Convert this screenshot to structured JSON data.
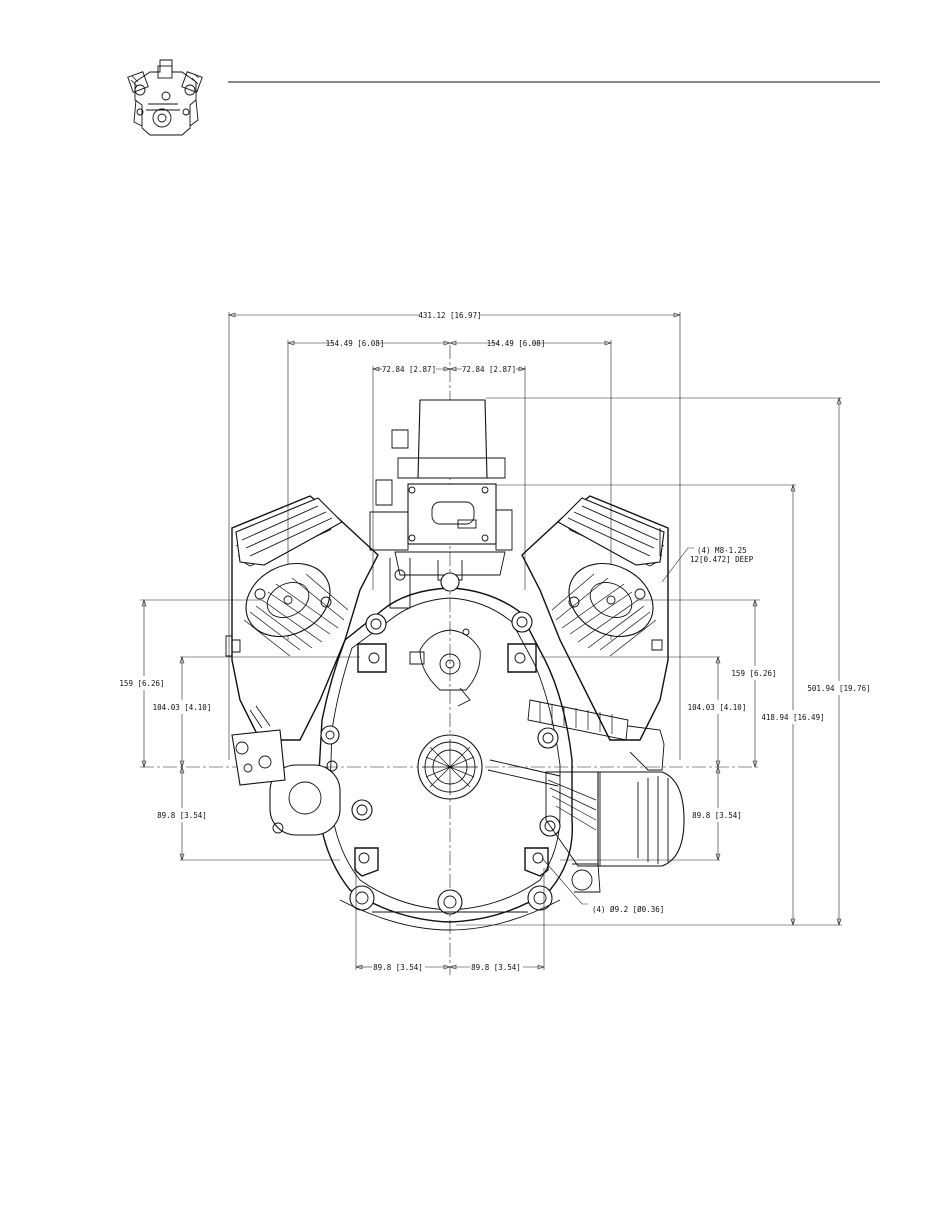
{
  "dimensions": {
    "overall_width": "431.12 [16.97]",
    "cyl_left_offset": "154.49 [6.08]",
    "cyl_right_offset": "154.49 [6.08]",
    "carb_left_offset": "72.84 [2.87]",
    "carb_right_offset": "72.84 [2.87]",
    "left_height_upper": "159 [6.26]",
    "left_height_mid": "104.03 [4.10]",
    "left_height_lower": "89.8 [3.54]",
    "right_height_upper": "159 [6.26]",
    "right_height_mid": "104.03 [4.10]",
    "right_height_lower": "89.8 [3.54]",
    "overall_height_a": "418.94 [16.49]",
    "overall_height_b": "501.94 [19.76]",
    "bottom_left": "89.8 [3.54]",
    "bottom_right": "89.8 [3.54]"
  },
  "notes": {
    "thread_line1": "(4) M8-1.25",
    "thread_line2": "12[0.472] DEEP",
    "holes": "(4) Ø9.2 [Ø0.36]"
  }
}
